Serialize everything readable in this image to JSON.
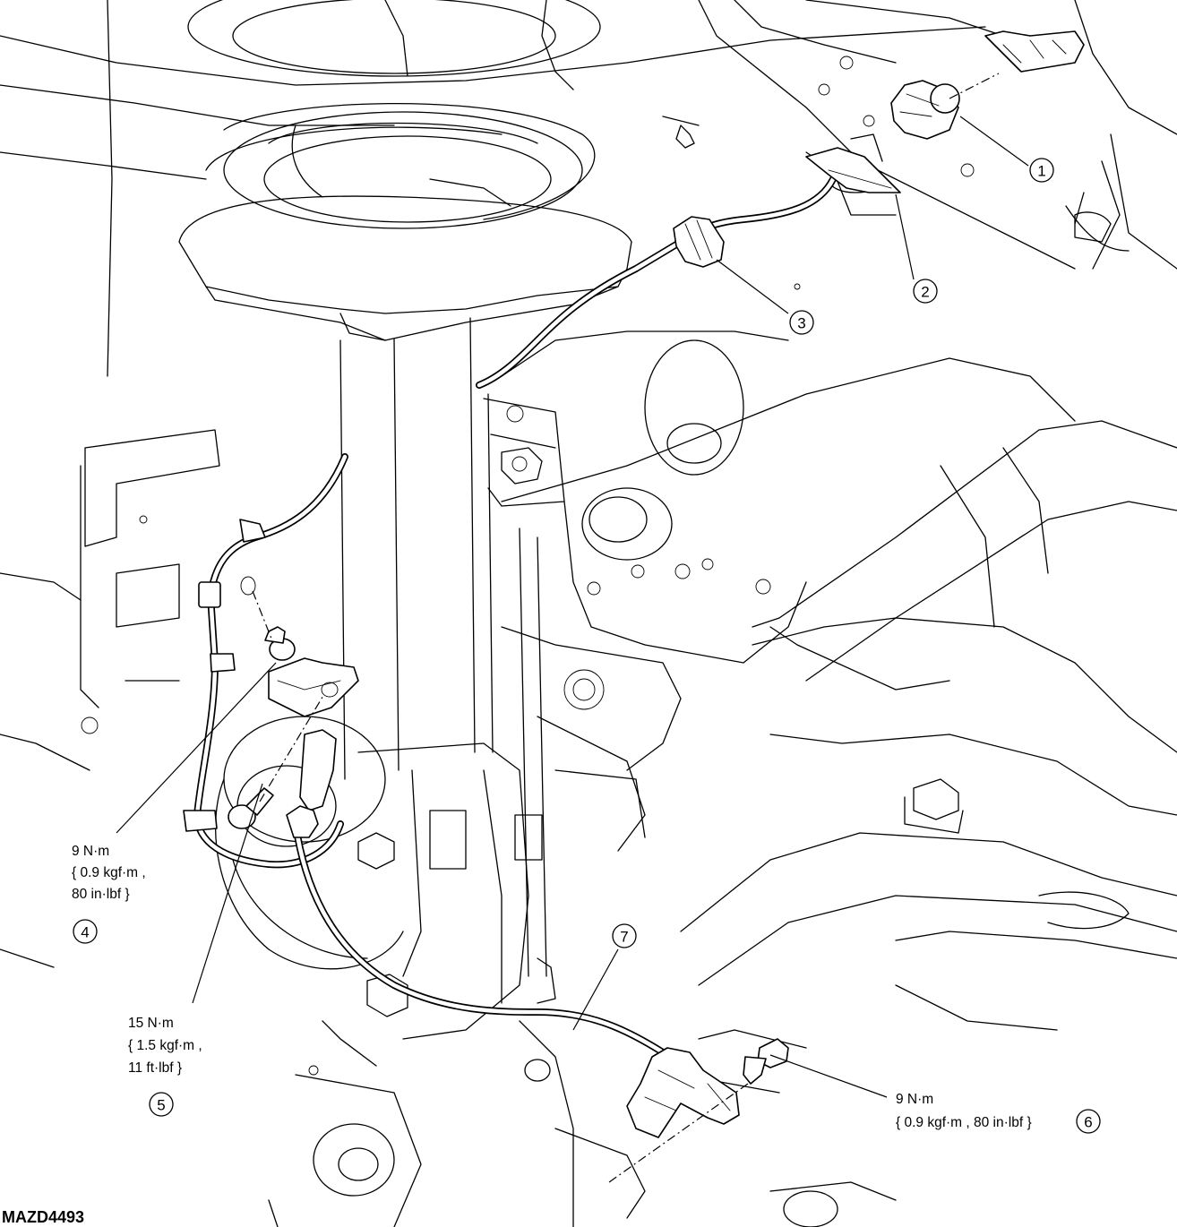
{
  "figure_code": "MAZD4493",
  "callouts": [
    {
      "id": "1",
      "label": "1"
    },
    {
      "id": "2",
      "label": "2"
    },
    {
      "id": "3",
      "label": "3"
    },
    {
      "id": "4",
      "label": "4"
    },
    {
      "id": "5",
      "label": "5"
    },
    {
      "id": "6",
      "label": "6"
    },
    {
      "id": "7",
      "label": "7"
    }
  ],
  "torque_specs": {
    "spec_4": {
      "line1": "9 N·m",
      "line2": "{ 0.9 kgf·m ,",
      "line3": "80 in·lbf }"
    },
    "spec_5": {
      "line1": "15 N·m",
      "line2": "{ 1.5 kgf·m ,",
      "line3": "11 ft·lbf }"
    },
    "spec_6": {
      "line1": "9 N·m",
      "line2": "{ 0.9 kgf·m , 80 in·lbf }"
    }
  }
}
